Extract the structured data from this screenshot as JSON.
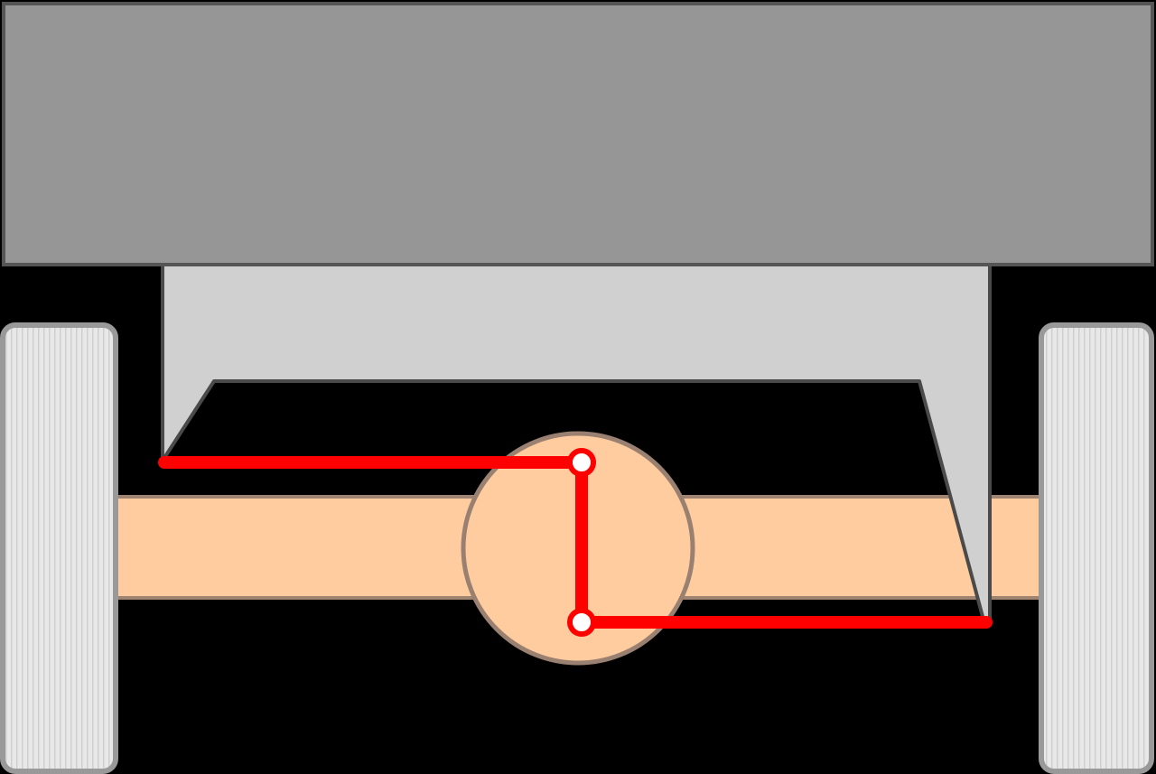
{
  "diagram": {
    "description_free": true,
    "colors": {
      "background": "#000000",
      "chassis_fill": "#969696",
      "chassis_stroke": "#555555",
      "bracket_fill": "#d0d0d0",
      "bracket_stroke": "#4a4a4a",
      "axle_fill": "#ffcc9f",
      "axle_stroke": "#a08472",
      "differential_fill": "#ffcc9f",
      "differential_stroke": "#9a8070",
      "tire_fill": "#e6e6e6",
      "tire_stroke": "#999999",
      "tire_groove": "#c8c8c8",
      "link_color": "#ff0000",
      "joint_fill": "#ffffff"
    },
    "parts": [
      "chassis",
      "bracket",
      "axle",
      "differential",
      "left-tire",
      "right-tire",
      "linkage",
      "pivot-joints"
    ]
  }
}
